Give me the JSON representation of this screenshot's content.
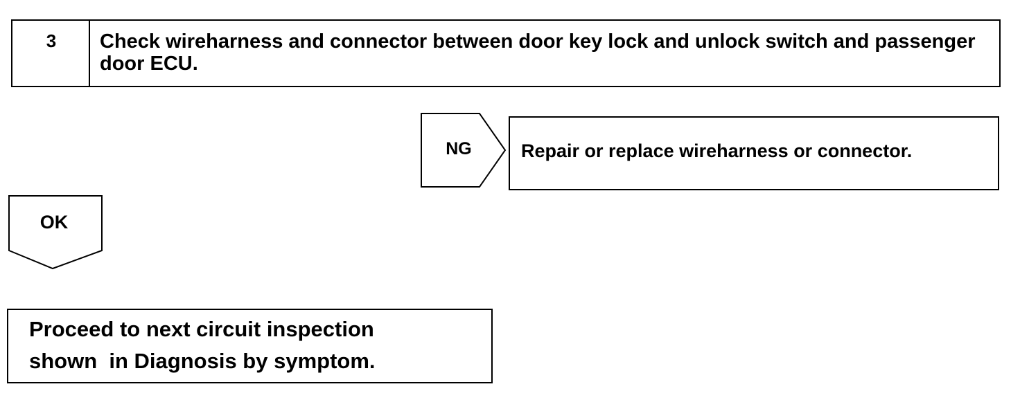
{
  "step": {
    "number": "3",
    "text": "Check wireharness and connector between door key lock and unlock switch and passenger door ECU."
  },
  "ng_branch": {
    "label": "NG",
    "result": "Repair or replace wireharness or connector."
  },
  "ok_branch": {
    "label": "OK"
  },
  "next_step": {
    "line1": "Proceed to next circuit inspection",
    "line2": "shown  in Diagnosis by symptom."
  }
}
